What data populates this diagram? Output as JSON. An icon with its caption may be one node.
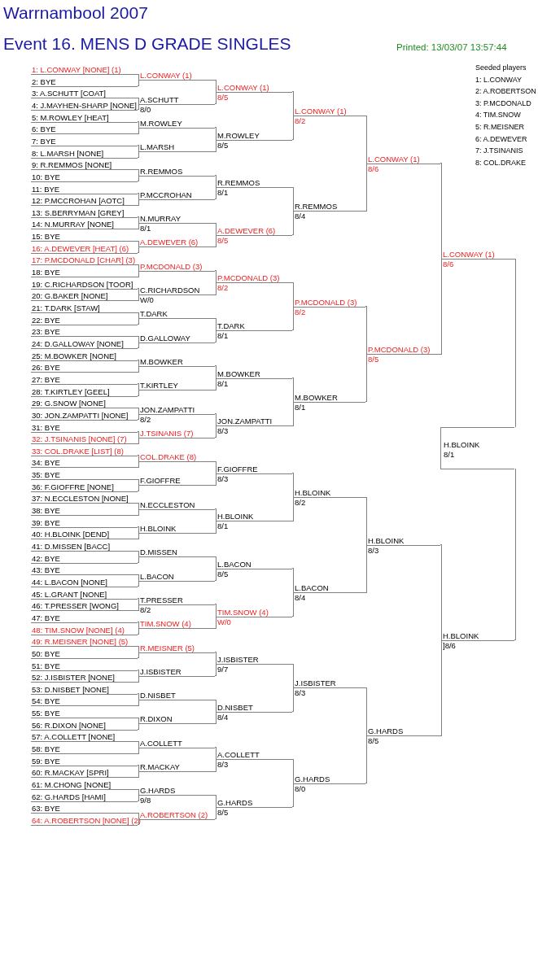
{
  "diagram": {
    "title": "Warrnambool 2007",
    "nodes": [
      {
        "text": [
          "1: L.CONWAY [NONE] (1)"
        ]
      },
      {
        "text": [
          "2: BYE"
        ]
      },
      {
        "text": [
          "3: A.SCHUTT [COAT]"
        ]
      },
      {
        "text": [
          "4: J.MAYHEN-SHARP [NONE]"
        ]
      },
      {
        "text": [
          "5: M.ROWLEY [HEAT]"
        ]
      },
      {
        "text": [
          "6: BYE"
        ]
      },
      {
        "text": [
          "7: BYE"
        ]
      },
      {
        "text": [
          "8: L.MARSH [NONE]"
        ]
      },
      {
        "text": [
          "9: R.REMMOS [NONE]"
        ]
      },
      {
        "text": [
          "10: BYE"
        ]
      },
      {
        "text": [
          "11: BYE"
        ]
      },
      {
        "text": [
          "12: P.MCCROHAN [AOTC]"
        ]
      },
      {
        "text": [
          "13: S.BERRYMAN [GREY]"
        ]
      },
      {
        "text": [
          "14: N.MURRAY [NONE]"
        ]
      },
      {
        "text": [
          "15: BYE"
        ]
      },
      {
        "text": [
          "16: A.DEWEVER [HEAT] (6)"
        ]
      },
      {
        "text": [
          "17: P.MCDONALD [CHAR] (3)"
        ]
      },
      {
        "text": [
          "18: BYE"
        ]
      },
      {
        "text": [
          "19: C.RICHARDSON [TOOR]"
        ]
      },
      {
        "text": [
          "20: G.BAKER [NONE]"
        ]
      },
      {
        "text": [
          "21: T.DARK [STAW]"
        ]
      },
      {
        "text": [
          "22: BYE"
        ]
      },
      {
        "text": [
          "23: BYE"
        ]
      },
      {
        "text": [
          "24: D.GALLOWAY [NONE]"
        ]
      },
      {
        "text": [
          "25: M.BOWKER [NONE]"
        ]
      },
      {
        "text": [
          "26: BYE"
        ]
      },
      {
        "text": [
          "27: BYE"
        ]
      },
      {
        "text": [
          "28: T.KIRTLEY [GEEL]"
        ]
      },
      {
        "text": [
          "29: G.SNOW [NONE]"
        ]
      },
      {
        "text": [
          "30: JON.ZAMPATTI [NONE]"
        ]
      },
      {
        "text": [
          "31: BYE"
        ]
      },
      {
        "text": [
          "32: J.TSINANIS [NONE] (7)"
        ]
      },
      {
        "text": [
          "33: COL.DRAKE [LIST] (8)"
        ]
      },
      {
        "text": [
          "34: BYE"
        ]
      },
      {
        "text": [
          "35: BYE"
        ]
      },
      {
        "text": [
          "36: F.GIOFFRE [NONE]"
        ]
      },
      {
        "text": [
          "37: N.ECCLESTON [NONE]"
        ]
      },
      {
        "text": [
          "38: BYE"
        ]
      },
      {
        "text": [
          "39: BYE"
        ]
      },
      {
        "text": [
          "40: H.BLOINK [DEND]"
        ]
      },
      {
        "text": [
          "41: D.MISSEN [BACC]"
        ]
      },
      {
        "text": [
          "42: BYE"
        ]
      },
      {
        "text": [
          "43: BYE"
        ]
      },
      {
        "text": [
          "44: L.BACON [NONE]"
        ]
      },
      {
        "text": [
          "45: L.GRANT [NONE]"
        ]
      },
      {
        "text": [
          "46: T.PRESSER [WONG]"
        ]
      },
      {
        "text": [
          "47: BYE"
        ]
      },
      {
        "text": [
          "48: TIM.SNOW [NONE] (4)"
        ]
      },
      {
        "text": [
          "49: R.MEISNER [NONE] (5)"
        ]
      },
      {
        "text": [
          "50: BYE"
        ]
      },
      {
        "text": [
          "51: BYE"
        ]
      },
      {
        "text": [
          "52: J.ISBISTER [NONE]"
        ]
      },
      {
        "text": [
          "53: D.NISBET [NONE]"
        ]
      },
      {
        "text": [
          "54: BYE"
        ]
      },
      {
        "text": [
          "55: BYE"
        ]
      },
      {
        "text": [
          "56: R.DIXON [NONE]"
        ]
      },
      {
        "text": [
          "57: A.COLLETT [NONE]"
        ]
      },
      {
        "text": [
          "58: BYE"
        ]
      },
      {
        "text": [
          "59: BYE"
        ]
      },
      {
        "text": [
          "60: R.MACKAY [SPRI]"
        ]
      },
      {
        "text": [
          "61: M.CHONG [NONE]"
        ]
      },
      {
        "text": [
          "62: G.HARDS [HAMI]"
        ]
      },
      {
        "text": [
          "63: BYE"
        ]
      },
      {
        "text": [
          "64: A.ROBERTSON [NONE] (2)"
        ]
      },
      {
        "text": [
          "L.CONWAY (1)"
        ]
      },
      {
        "text": [
          "A.SCHUTT",
          "8/0"
        ]
      },
      {
        "text": [
          "M.ROWLEY"
        ]
      },
      {
        "text": [
          "L.MARSH"
        ]
      },
      {
        "text": [
          "R.REMMOS"
        ]
      },
      {
        "text": [
          "P.MCCROHAN"
        ]
      },
      {
        "text": [
          "N.MURRAY",
          "8/1"
        ]
      },
      {
        "text": [
          "A.DEWEVER (6)"
        ]
      },
      {
        "text": [
          "P.MCDONALD (3)"
        ]
      },
      {
        "text": [
          "C.RICHARDSON",
          "W/0"
        ]
      },
      {
        "text": [
          "T.DARK"
        ]
      },
      {
        "text": [
          "D.GALLOWAY"
        ]
      },
      {
        "text": [
          "M.BOWKER"
        ]
      },
      {
        "text": [
          "T.KIRTLEY"
        ]
      },
      {
        "text": [
          "JON.ZAMPATTI",
          "8/2"
        ]
      },
      {
        "text": [
          "J.TSINANIS (7)"
        ]
      },
      {
        "text": [
          "COL.DRAKE (8)"
        ]
      },
      {
        "text": [
          "F.GIOFFRE"
        ]
      },
      {
        "text": [
          "N.ECCLESTON"
        ]
      },
      {
        "text": [
          "H.BLOINK"
        ]
      },
      {
        "text": [
          "D.MISSEN"
        ]
      },
      {
        "text": [
          "L.BACON"
        ]
      },
      {
        "text": [
          "T.PRESSER",
          "8/2"
        ]
      },
      {
        "text": [
          "TIM.SNOW (4)"
        ]
      },
      {
        "text": [
          "R.MEISNER (5)"
        ]
      },
      {
        "text": [
          "J.ISBISTER"
        ]
      },
      {
        "text": [
          "D.NISBET"
        ]
      },
      {
        "text": [
          "R.DIXON"
        ]
      },
      {
        "text": [
          "A.COLLETT"
        ]
      },
      {
        "text": [
          "R.MACKAY"
        ]
      },
      {
        "text": [
          "G.HARDS",
          "9/8"
        ]
      },
      {
        "text": [
          "A.ROBERTSON (2)"
        ]
      },
      {
        "text": [
          "L.CONWAY (1)",
          "8/5"
        ]
      },
      {
        "text": [
          "M.ROWLEY",
          "8/5"
        ]
      },
      {
        "text": [
          "R.REMMOS",
          "8/1"
        ]
      },
      {
        "text": [
          "A.DEWEVER (6)",
          "8/5"
        ]
      },
      {
        "text": [
          "P.MCDONALD (3)",
          "8/2"
        ]
      },
      {
        "text": [
          "T.DARK",
          "8/1"
        ]
      },
      {
        "text": [
          "M.BOWKER",
          "8/1"
        ]
      },
      {
        "text": [
          "JON.ZAMPATTI",
          "8/3"
        ]
      },
      {
        "text": [
          "F.GIOFFRE",
          "8/3"
        ]
      },
      {
        "text": [
          "H.BLOINK",
          "8/1"
        ]
      },
      {
        "text": [
          "L.BACON",
          "8/5"
        ]
      },
      {
        "text": [
          "TIM.SNOW (4)",
          "W/0"
        ]
      },
      {
        "text": [
          "J.ISBISTER",
          "9/7"
        ]
      },
      {
        "text": [
          "D.NISBET",
          "8/4"
        ]
      },
      {
        "text": [
          "A.COLLETT",
          "8/3"
        ]
      },
      {
        "text": [
          "G.HARDS",
          "8/5"
        ]
      },
      {
        "text": [
          "L.CONWAY (1)",
          "8/2"
        ]
      },
      {
        "text": [
          "R.REMMOS",
          "8/4"
        ]
      },
      {
        "text": [
          "P.MCDONALD (3)",
          "8/2"
        ]
      },
      {
        "text": [
          "M.BOWKER",
          "8/1"
        ]
      },
      {
        "text": [
          "H.BLOINK",
          "8/2"
        ]
      },
      {
        "text": [
          "L.BACON",
          "8/4"
        ]
      },
      {
        "text": [
          "J.ISBISTER",
          "8/3"
        ]
      },
      {
        "text": [
          "G.HARDS",
          "8/0"
        ]
      },
      {
        "text": [
          "L.CONWAY (1)",
          "8/6"
        ]
      },
      {
        "text": [
          "P.MCDONALD (3)",
          "8/5"
        ]
      },
      {
        "text": [
          "H.BLOINK",
          "8/3"
        ]
      },
      {
        "text": [
          "G.HARDS",
          "8/5"
        ]
      },
      {
        "text": [
          "L.CONWAY (1)",
          "8/6"
        ]
      },
      {
        "text": [
          "H.BLOINK",
          "]8/6"
        ]
      },
      {
        "text": [
          "H.BLOINK",
          "8/1"
        ]
      }
    ],
    "edges": [
      {
        "from": 0,
        "to": 64,
        "arrow": "none"
      },
      {
        "from": 1,
        "to": 64,
        "arrow": "none"
      },
      {
        "from": 2,
        "to": 65,
        "arrow": "none"
      },
      {
        "from": 3,
        "to": 65,
        "arrow": "none"
      },
      {
        "from": 4,
        "to": 66,
        "arrow": "none"
      },
      {
        "from": 5,
        "to": 66,
        "arrow": "none"
      },
      {
        "from": 6,
        "to": 67,
        "arrow": "none"
      },
      {
        "from": 7,
        "to": 67,
        "arrow": "none"
      },
      {
        "from": 8,
        "to": 68,
        "arrow": "none"
      },
      {
        "from": 9,
        "to": 68,
        "arrow": "none"
      },
      {
        "from": 10,
        "to": 69,
        "arrow": "none"
      },
      {
        "from": 11,
        "to": 69,
        "arrow": "none"
      },
      {
        "from": 12,
        "to": 70,
        "arrow": "none"
      },
      {
        "from": 13,
        "to": 70,
        "arrow": "none"
      },
      {
        "from": 14,
        "to": 71,
        "arrow": "none"
      },
      {
        "from": 15,
        "to": 71,
        "arrow": "none"
      },
      {
        "from": 16,
        "to": 72,
        "arrow": "none"
      },
      {
        "from": 17,
        "to": 72,
        "arrow": "none"
      },
      {
        "from": 18,
        "to": 73,
        "arrow": "none"
      },
      {
        "from": 19,
        "to": 73,
        "arrow": "none"
      },
      {
        "from": 20,
        "to": 74,
        "arrow": "none"
      },
      {
        "from": 21,
        "to": 74,
        "arrow": "none"
      },
      {
        "from": 22,
        "to": 75,
        "arrow": "none"
      },
      {
        "from": 23,
        "to": 75,
        "arrow": "none"
      },
      {
        "from": 24,
        "to": 76,
        "arrow": "none"
      },
      {
        "from": 25,
        "to": 76,
        "arrow": "none"
      },
      {
        "from": 26,
        "to": 77,
        "arrow": "none"
      },
      {
        "from": 27,
        "to": 77,
        "arrow": "none"
      },
      {
        "from": 28,
        "to": 78,
        "arrow": "none"
      },
      {
        "from": 29,
        "to": 78,
        "arrow": "none"
      },
      {
        "from": 30,
        "to": 79,
        "arrow": "none"
      },
      {
        "from": 31,
        "to": 79,
        "arrow": "none"
      },
      {
        "from": 32,
        "to": 80,
        "arrow": "none"
      },
      {
        "from": 33,
        "to": 80,
        "arrow": "none"
      },
      {
        "from": 34,
        "to": 81,
        "arrow": "none"
      },
      {
        "from": 35,
        "to": 81,
        "arrow": "none"
      },
      {
        "from": 36,
        "to": 82,
        "arrow": "none"
      },
      {
        "from": 37,
        "to": 82,
        "arrow": "none"
      },
      {
        "from": 38,
        "to": 83,
        "arrow": "none"
      },
      {
        "from": 39,
        "to": 83,
        "arrow": "none"
      },
      {
        "from": 40,
        "to": 84,
        "arrow": "none"
      },
      {
        "from": 41,
        "to": 84,
        "arrow": "none"
      },
      {
        "from": 42,
        "to": 85,
        "arrow": "none"
      },
      {
        "from": 43,
        "to": 85,
        "arrow": "none"
      },
      {
        "from": 44,
        "to": 86,
        "arrow": "none"
      },
      {
        "from": 45,
        "to": 86,
        "arrow": "none"
      },
      {
        "from": 46,
        "to": 87,
        "arrow": "none"
      },
      {
        "from": 47,
        "to": 87,
        "arrow": "none"
      },
      {
        "from": 48,
        "to": 88,
        "arrow": "none"
      },
      {
        "from": 49,
        "to": 88,
        "arrow": "none"
      },
      {
        "from": 50,
        "to": 89,
        "arrow": "none"
      },
      {
        "from": 51,
        "to": 89,
        "arrow": "none"
      },
      {
        "from": 52,
        "to": 90,
        "arrow": "none"
      },
      {
        "from": 53,
        "to": 90,
        "arrow": "none"
      },
      {
        "from": 54,
        "to": 91,
        "arrow": "none"
      },
      {
        "from": 55,
        "to": 91,
        "arrow": "none"
      },
      {
        "from": 56,
        "to": 92,
        "arrow": "none"
      },
      {
        "from": 57,
        "to": 92,
        "arrow": "none"
      },
      {
        "from": 58,
        "to": 93,
        "arrow": "none"
      },
      {
        "from": 59,
        "to": 93,
        "arrow": "none"
      },
      {
        "from": 60,
        "to": 94,
        "arrow": "none"
      },
      {
        "from": 61,
        "to": 94,
        "arrow": "none"
      },
      {
        "from": 62,
        "to": 95,
        "arrow": "none"
      },
      {
        "from": 63,
        "to": 95,
        "arrow": "none"
      },
      {
        "from": 64,
        "to": 96,
        "arrow": "none"
      },
      {
        "from": 65,
        "to": 96,
        "arrow": "none"
      },
      {
        "from": 66,
        "to": 97,
        "arrow": "none"
      },
      {
        "from": 67,
        "to": 97,
        "arrow": "none"
      },
      {
        "from": 68,
        "to": 98,
        "arrow": "none"
      },
      {
        "from": 69,
        "to": 98,
        "arrow": "none"
      },
      {
        "from": 70,
        "to": 99,
        "arrow": "none"
      },
      {
        "from": 71,
        "to": 99,
        "arrow": "none"
      },
      {
        "from": 72,
        "to": 100,
        "arrow": "none"
      },
      {
        "from": 73,
        "to": 100,
        "arrow": "none"
      },
      {
        "from": 74,
        "to": 101,
        "arrow": "none"
      },
      {
        "from": 75,
        "to": 101,
        "arrow": "none"
      },
      {
        "from": 76,
        "to": 102,
        "arrow": "none"
      },
      {
        "from": 77,
        "to": 102,
        "arrow": "none"
      },
      {
        "from": 78,
        "to": 103,
        "arrow": "none"
      },
      {
        "from": 79,
        "to": 103,
        "arrow": "none"
      },
      {
        "from": 80,
        "to": 104,
        "arrow": "none"
      },
      {
        "from": 81,
        "to": 104,
        "arrow": "none"
      },
      {
        "from": 82,
        "to": 105,
        "arrow": "none"
      },
      {
        "from": 83,
        "to": 105,
        "arrow": "none"
      },
      {
        "from": 84,
        "to": 106,
        "arrow": "none"
      },
      {
        "from": 85,
        "to": 106,
        "arrow": "none"
      },
      {
        "from": 86,
        "to": 107,
        "arrow": "none"
      },
      {
        "from": 87,
        "to": 107,
        "arrow": "none"
      },
      {
        "from": 88,
        "to": 108,
        "arrow": "none"
      },
      {
        "from": 89,
        "to": 108,
        "arrow": "none"
      },
      {
        "from": 90,
        "to": 109,
        "arrow": "none"
      },
      {
        "from": 91,
        "to": 109,
        "arrow": "none"
      },
      {
        "from": 92,
        "to": 110,
        "arrow": "none"
      },
      {
        "from": 93,
        "to": 110,
        "arrow": "none"
      },
      {
        "from": 94,
        "to": 111,
        "arrow": "none"
      },
      {
        "from": 95,
        "to": 111,
        "arrow": "none"
      },
      {
        "from": 96,
        "to": 112,
        "arrow": "none"
      },
      {
        "from": 97,
        "to": 112,
        "arrow": "none"
      },
      {
        "from": 98,
        "to": 113,
        "arrow": "none"
      },
      {
        "from": 99,
        "to": 113,
        "arrow": "none"
      },
      {
        "from": 100,
        "to": 114,
        "arrow": "none"
      },
      {
        "from": 101,
        "to": 114,
        "arrow": "none"
      },
      {
        "from": 102,
        "to": 115,
        "arrow": "none"
      },
      {
        "from": 103,
        "to": 115,
        "arrow": "none"
      },
      {
        "from": 104,
        "to": 116,
        "arrow": "none"
      },
      {
        "from": 105,
        "to": 116,
        "arrow": "none"
      },
      {
        "from": 106,
        "to": 117,
        "arrow": "none"
      },
      {
        "from": 107,
        "to": 117,
        "arrow": "none"
      },
      {
        "from": 108,
        "to": 118,
        "arrow": "none"
      },
      {
        "from": 109,
        "to": 118,
        "arrow": "none"
      },
      {
        "from": 110,
        "to": 119,
        "arrow": "none"
      },
      {
        "from": 111,
        "to": 119,
        "arrow": "none"
      },
      {
        "from": 112,
        "to": 120,
        "arrow": "none"
      },
      {
        "from": 113,
        "to": 120,
        "arrow": "none"
      },
      {
        "from": 114,
        "to": 121,
        "arrow": "none"
      },
      {
        "from": 115,
        "to": 121,
        "arrow": "none"
      },
      {
        "from": 116,
        "to": 122,
        "arrow": "none"
      },
      {
        "from": 117,
        "to": 122,
        "arrow": "none"
      },
      {
        "from": 118,
        "to": 123,
        "arrow": "none"
      },
      {
        "from": 119,
        "to": 123,
        "arrow": "none"
      },
      {
        "from": 120,
        "to": 124,
        "arrow": "none"
      },
      {
        "from": 121,
        "to": 124,
        "arrow": "none"
      },
      {
        "from": 122,
        "to": 125,
        "arrow": "none"
      },
      {
        "from": 123,
        "to": 125,
        "arrow": "none"
      },
      {
        "from": 124,
        "to": 126,
        "arrow": "none"
      },
      {
        "from": 125,
        "to": 126,
        "arrow": "none"
      }
    ],
    "labels": [
      "Event 16. MENS D GRADE SINGLES",
      "Printed: 13/03/07 13:57:44",
      "Seeded players",
      "1: L.CONWAY",
      "2: A.ROBERTSON",
      "3: P.MCDONALD",
      "4: TIM.SNOW",
      "5: R.MEISNER",
      "6: A.DEWEVER",
      "7: J.TSINANIS",
      "8: COL.DRAKE"
    ]
  }
}
